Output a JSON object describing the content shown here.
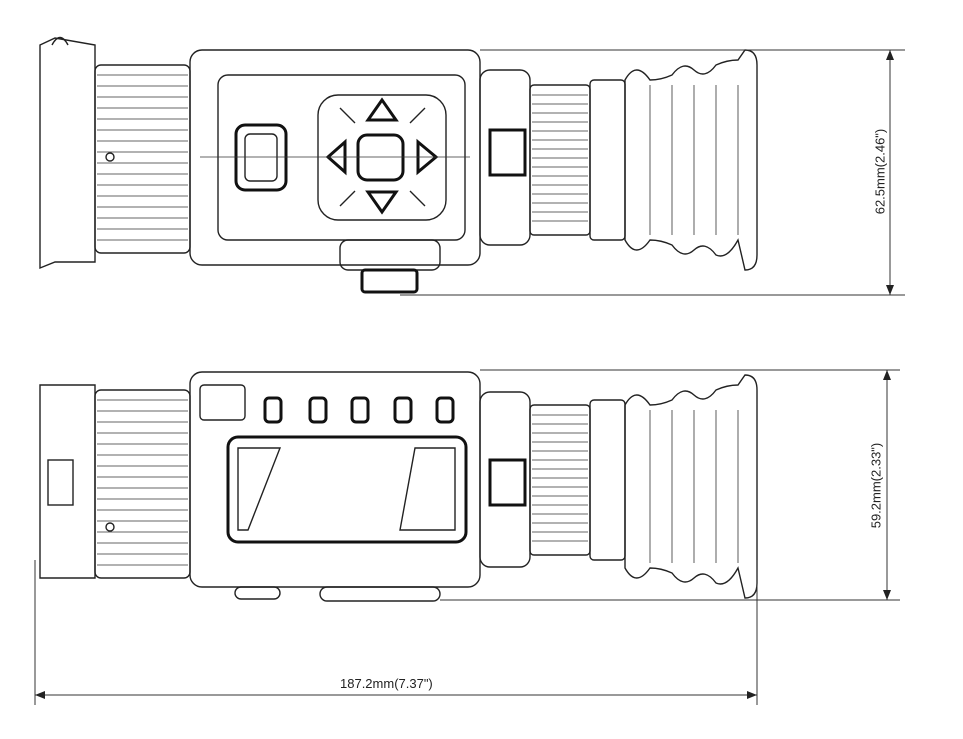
{
  "drawing": {
    "views": [
      "top-view",
      "side-view"
    ],
    "dimensions": {
      "height_top": "62.5mm(2.46\")",
      "height_side": "59.2mm(2.33\")",
      "length": "187.2mm(7.37\")"
    }
  }
}
